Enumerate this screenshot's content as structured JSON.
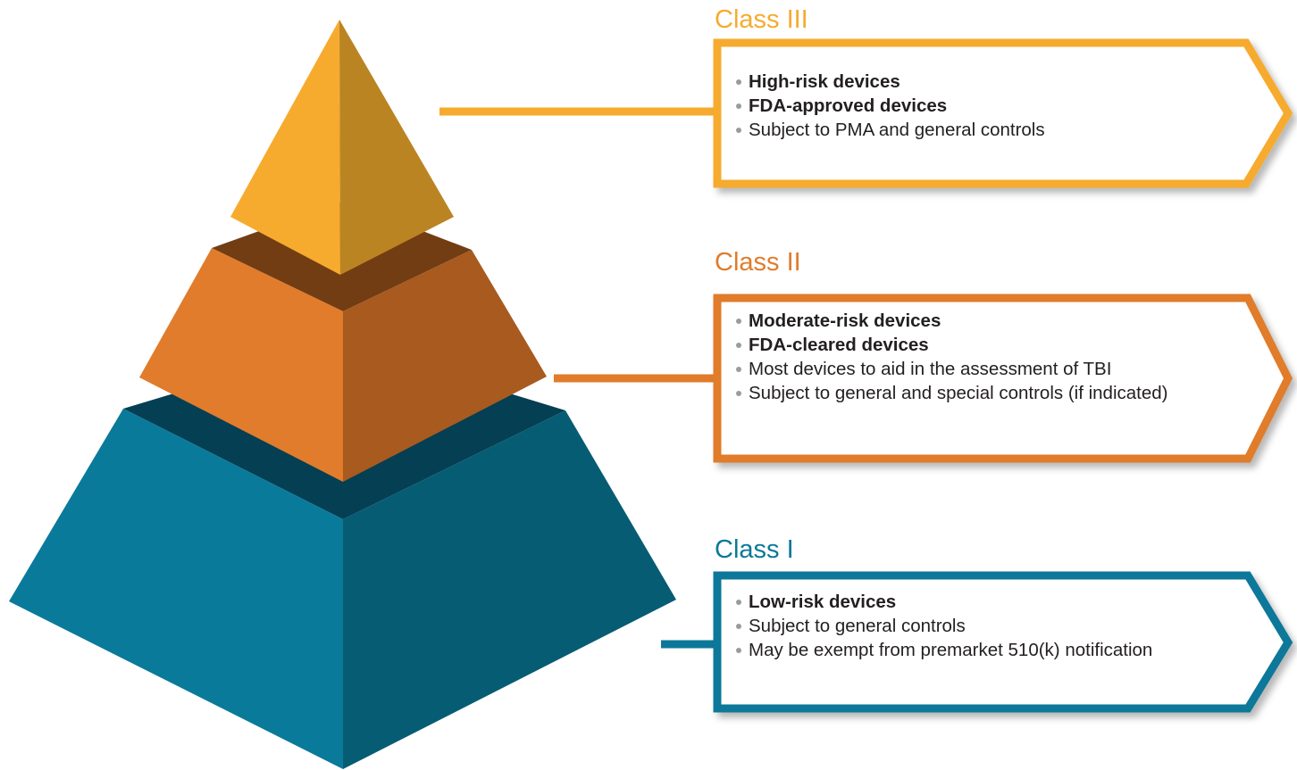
{
  "colors": {
    "class3": "#f6ab2e",
    "class2": "#e07c2b",
    "class1": "#0c7899"
  },
  "tiers": [
    {
      "id": "class3",
      "title": "Class III",
      "items": [
        {
          "text": "High-risk devices",
          "bold": true
        },
        {
          "text": "FDA-approved devices",
          "bold": true
        },
        {
          "text": "Subject to PMA and general controls",
          "bold": false
        }
      ]
    },
    {
      "id": "class2",
      "title": "Class II",
      "items": [
        {
          "text": "Moderate-risk devices",
          "bold": true
        },
        {
          "text": "FDA-cleared devices",
          "bold": true
        },
        {
          "text": "Most devices to aid in the assessment of TBI",
          "bold": false
        },
        {
          "text": "Subject to general and special controls (if indicated)",
          "bold": false
        }
      ]
    },
    {
      "id": "class1",
      "title": "Class I",
      "items": [
        {
          "text": "Low-risk devices",
          "bold": true
        },
        {
          "text": "Subject to general controls",
          "bold": false
        },
        {
          "text": "May be exempt from premarket 510(k) notification",
          "bold": false
        }
      ]
    }
  ]
}
